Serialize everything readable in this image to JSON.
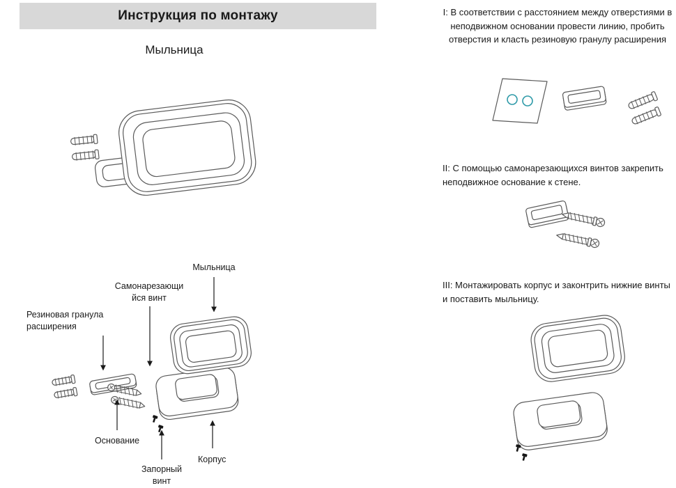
{
  "colors": {
    "header_bg": "#d8d8d8",
    "line_art": "#5a5a5a",
    "hole_accent": "#2e9aa8",
    "text": "#1a1a1a"
  },
  "header": {
    "title": "Инструкция по монтажу"
  },
  "product": {
    "name": "Мыльница"
  },
  "exploded": {
    "labels": {
      "soap_dish": "Мыльница",
      "self_tapping_screw": "Самонарезающи\nйся винт",
      "rubber_plug": "Резиновая гранула\nрасширения",
      "base": "Основание",
      "locking_screw": "Запорный\nвинт",
      "body": "Корпус"
    }
  },
  "steps": [
    {
      "id": "I",
      "text": "I: В соответствии с расстоянием между отверстиями в неподвижном основании провести линию, пробить отверстия и класть резиновую гранулу расширения"
    },
    {
      "id": "II",
      "text": "II: С помощью самонарезающихся винтов закрепить неподвижное основание к стене."
    },
    {
      "id": "III",
      "text": "III: Монтажировать корпус и законтрить нижние винты и поставить мыльницу."
    }
  ],
  "illustrations": {
    "assembled": "assembled-soap-dish",
    "exploded": "exploded-parts-diagram",
    "step1": "wall-plate-with-holes-and-anchors",
    "step2": "base-bracket-with-screws",
    "step3": "body-plate-and-dish"
  }
}
